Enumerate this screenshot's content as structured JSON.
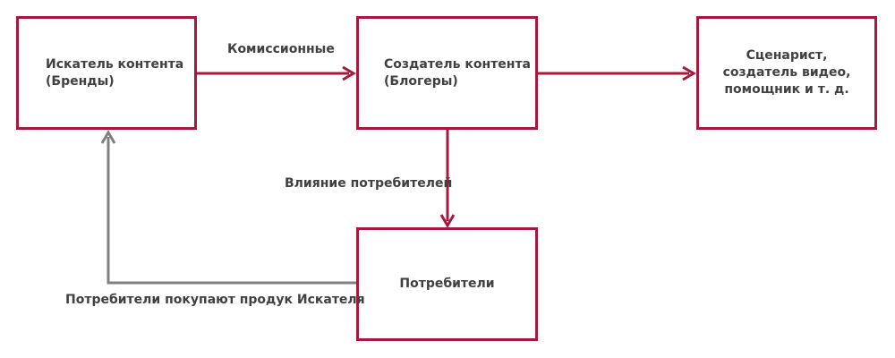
{
  "nodes": {
    "seeker": "Искатель контента\n(Бренды)",
    "creator": "Создатель контента\n(Блогеры)",
    "helpers": "Сценарист,\nсоздатель видео,\nпомощник и т. д.",
    "consumers": "Потребители"
  },
  "edges": {
    "commission": "Комиссионные",
    "influence": "Влияние потребителей",
    "purchase": "Потребители покупают продук Искателя"
  },
  "colors": {
    "accent": "#a6193c",
    "return_arrow": "#808080",
    "text": "#404040"
  }
}
